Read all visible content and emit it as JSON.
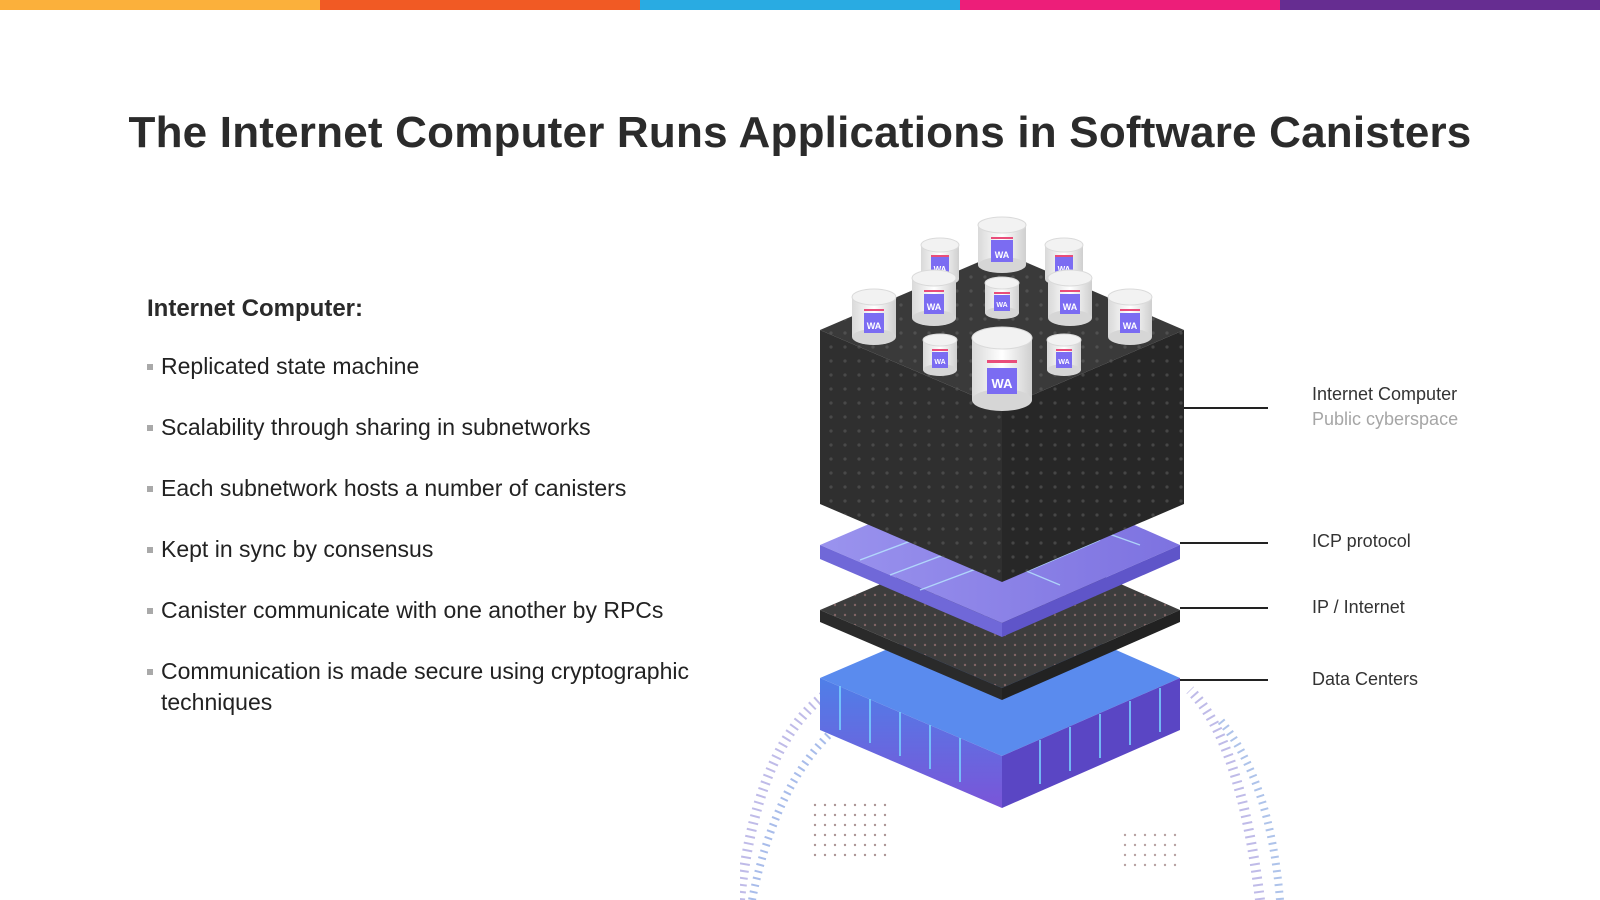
{
  "title": "The Internet Computer Runs Applications in Software Canisters",
  "top_bar_colors": [
    "#fbb03b",
    "#f15a24",
    "#29abe2",
    "#ed1e79",
    "#662d91"
  ],
  "left": {
    "heading": "Internet Computer:",
    "bullets": [
      "Replicated state machine",
      "Scalability through sharing in subnetworks",
      "Each subnetwork hosts a number of canisters",
      "Kept in sync by consensus",
      "Canister communicate with one another by RPCs",
      "Communication is made secure using cryptographic techniques"
    ]
  },
  "diagram": {
    "canister_label": "WA",
    "layers": {
      "internet_computer": "Internet Computer",
      "public_cyberspace": "Public cyberspace",
      "icp_protocol": "ICP protocol",
      "ip_internet": "IP / Internet",
      "data_centers": "Data Centers"
    },
    "colors": {
      "cube_top": "#3a3a3a",
      "cube_left": "#2e2e2e",
      "cube_right": "#262626",
      "protocol": "#8c83e8",
      "datacenter": "#6e5cd6",
      "wasm": "#7b6cf2"
    }
  }
}
